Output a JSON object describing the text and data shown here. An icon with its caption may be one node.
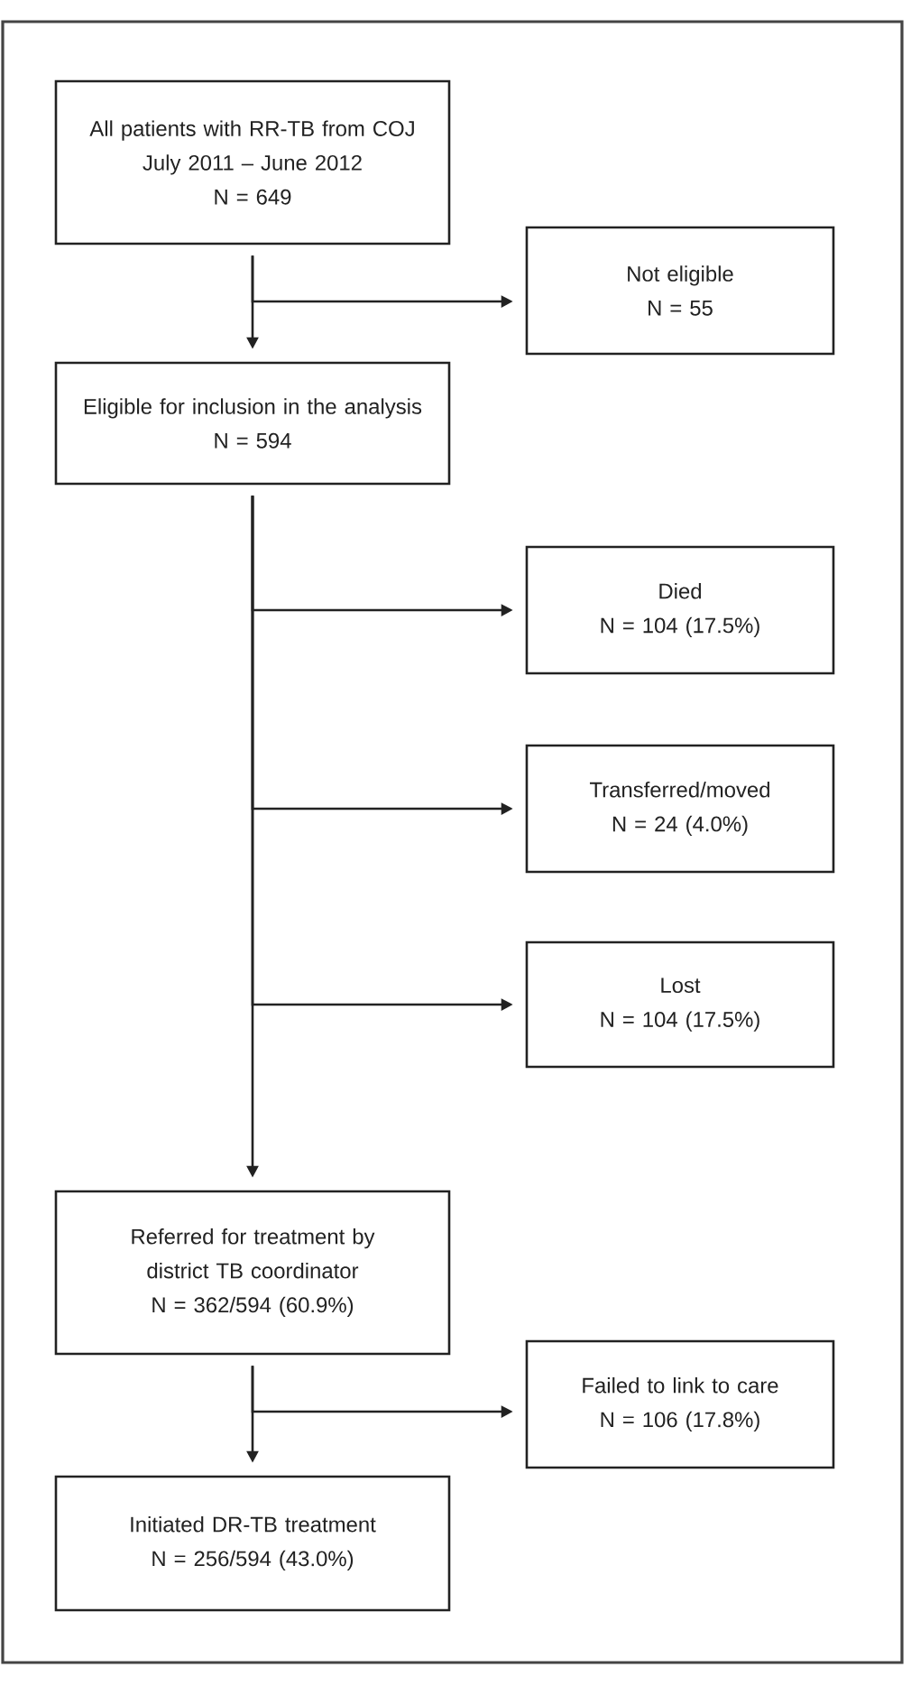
{
  "diagram": {
    "nodes": [
      {
        "text": [
          "All patients with RR-TB from COJ",
          "July 2011 – June 2012",
          "N = 649"
        ]
      },
      {
        "text": [
          "Not eligible",
          "N = 55"
        ]
      },
      {
        "text": [
          "Eligible for inclusion in the analysis",
          "N = 594"
        ]
      },
      {
        "text": [
          "Died",
          "N = 104 (17.5%)"
        ]
      },
      {
        "text": [
          "Transferred/moved",
          "N = 24 (4.0%)"
        ]
      },
      {
        "text": [
          "Lost",
          "N = 104 (17.5%)"
        ]
      },
      {
        "text": [
          "Referred for treatment by district TB coordinator",
          "N = 362/594 (60.9%)"
        ]
      },
      {
        "text": [
          "Failed to link to care",
          "N = 106 (17.8%)"
        ]
      },
      {
        "text": [
          "Initiated DR-TB treatment",
          "N = 256/594 (43.0%)"
        ]
      }
    ],
    "edges": [
      {
        "from": 0,
        "to": 2,
        "arrow": "to"
      },
      {
        "from": 0,
        "to": 1,
        "arrow": "to"
      },
      {
        "from": 2,
        "to": 3,
        "arrow": "to"
      },
      {
        "from": 2,
        "to": 4,
        "arrow": "to"
      },
      {
        "from": 2,
        "to": 5,
        "arrow": "to"
      },
      {
        "from": 2,
        "to": 6,
        "arrow": "to"
      },
      {
        "from": 6,
        "to": 7,
        "arrow": "to"
      },
      {
        "from": 6,
        "to": 8,
        "arrow": "to"
      }
    ]
  }
}
